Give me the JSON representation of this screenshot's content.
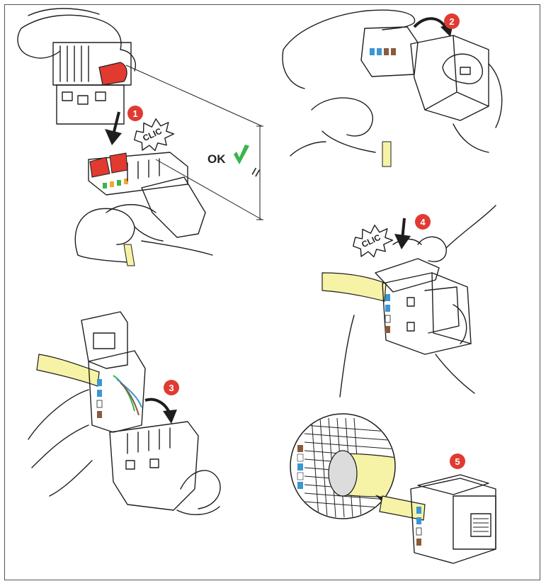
{
  "labels": {
    "clic": "CLIC",
    "ok": "OK",
    "equal_sign": "="
  },
  "steps": [
    {
      "number": "1"
    },
    {
      "number": "2"
    },
    {
      "number": "3"
    },
    {
      "number": "4"
    },
    {
      "number": "5"
    }
  ],
  "colors": {
    "step_badge": "#e03a31",
    "clip_red": "#e03a31",
    "pink_cover": "#f0b6a8",
    "cable_yellow": "#f7f3a6",
    "check_green": "#3ab54a",
    "blue_contact": "#3b96d3",
    "brown_contact": "#8a5a3c",
    "outline": "#1e1e1e"
  },
  "icons": [
    "down-arrow-icon",
    "curved-arrow-icon",
    "checkmark-icon",
    "clic-burst-icon",
    "magnifier-inset"
  ]
}
